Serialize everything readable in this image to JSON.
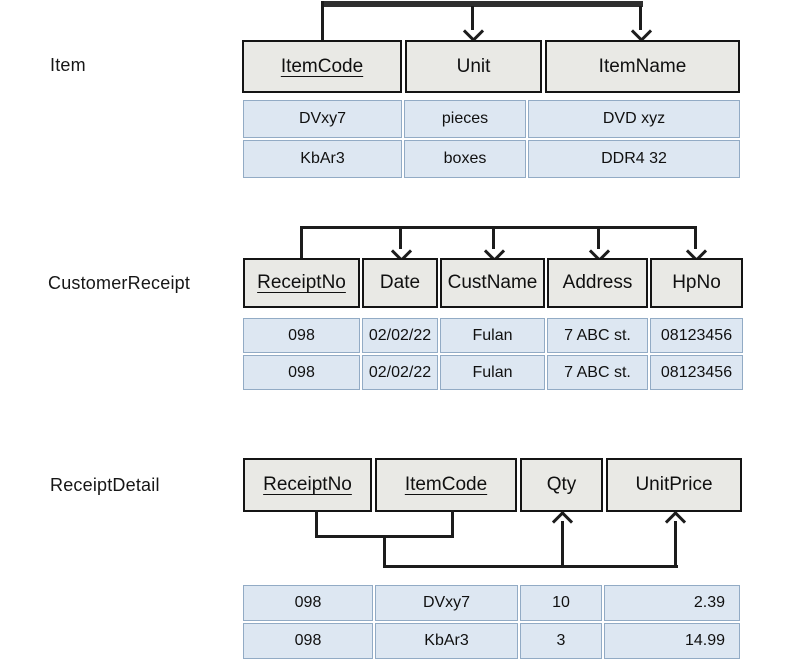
{
  "tables": [
    {
      "name": "Item",
      "columns": [
        "ItemCode",
        "Unit",
        "ItemName"
      ],
      "primary_key": [
        "ItemCode"
      ],
      "rows": [
        [
          "DVxy7",
          "pieces",
          "DVD xyz"
        ],
        [
          "KbAr3",
          "boxes",
          "DDR4 32"
        ]
      ]
    },
    {
      "name": "CustomerReceipt",
      "columns": [
        "ReceiptNo",
        "Date",
        "CustName",
        "Address",
        "HpNo"
      ],
      "primary_key": [
        "ReceiptNo"
      ],
      "rows": [
        [
          "098",
          "02/02/22",
          "Fulan",
          "7 ABC st.",
          "08123456"
        ],
        [
          "098",
          "02/02/22",
          "Fulan",
          "7 ABC st.",
          "08123456"
        ]
      ]
    },
    {
      "name": "ReceiptDetail",
      "columns": [
        "ReceiptNo",
        "ItemCode",
        "Qty",
        "UnitPrice"
      ],
      "primary_key": [
        "ReceiptNo",
        "ItemCode"
      ],
      "rows": [
        [
          "098",
          "DVxy7",
          "10",
          "2.39"
        ],
        [
          "098",
          "KbAr3",
          "3",
          "14.99"
        ]
      ]
    }
  ],
  "dependencies": [
    {
      "table": "Item",
      "determinant": [
        "ItemCode"
      ],
      "dependents": [
        "Unit",
        "ItemName"
      ]
    },
    {
      "table": "CustomerReceipt",
      "determinant": [
        "ReceiptNo"
      ],
      "dependents": [
        "Date",
        "CustName",
        "Address",
        "HpNo"
      ]
    },
    {
      "table": "ReceiptDetail",
      "determinant": [
        "ReceiptNo",
        "ItemCode"
      ],
      "dependents": [
        "Qty",
        "UnitPrice"
      ]
    }
  ],
  "colors": {
    "header_bg": "#e9e9e5",
    "header_border": "#141414",
    "data_bg": "#dde7f2",
    "data_border": "#92abc5",
    "line": "#1c1c1c"
  }
}
